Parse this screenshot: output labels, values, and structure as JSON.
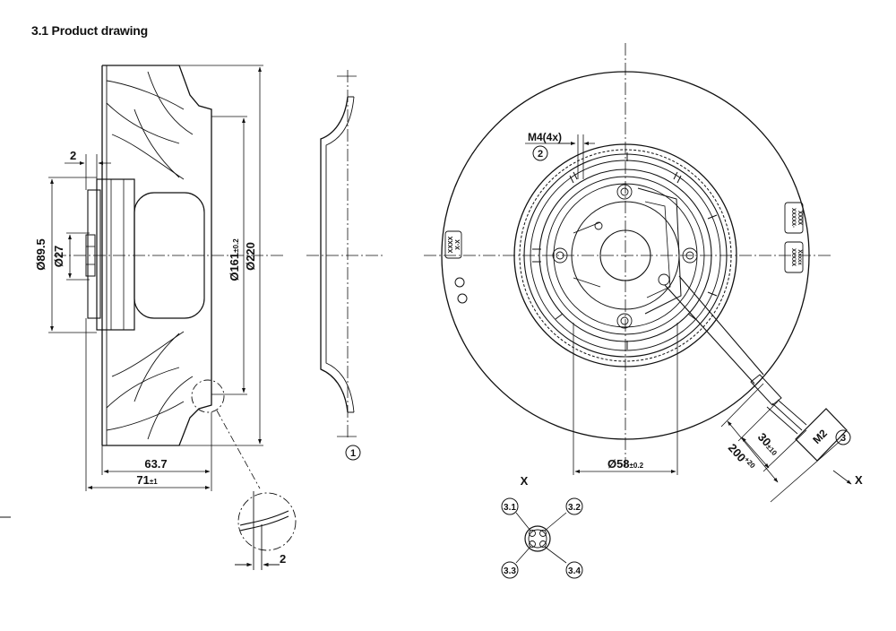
{
  "heading": "3.1 Product drawing",
  "dimensions": {
    "d_89_5": "Ø89.5",
    "d_27": "Ø27",
    "gap_2_top": "2",
    "d_161": "Ø161",
    "d_161_tol": "±0.2",
    "d_220": "Ø220",
    "len_63_7": "63.7",
    "len_71": "71",
    "len_71_tol": "±1",
    "detail_2": "2",
    "d_58": "Ø58",
    "d_58_tol": "±0.2",
    "cable_200": "200",
    "cable_200_tol": "+20",
    "cable_30": "30",
    "cable_30_tol": "±10"
  },
  "labels": {
    "thread": "M4(4x)",
    "callout_1": "1",
    "callout_2": "2",
    "callout_3": "3",
    "connector": "M2",
    "view_x": "X",
    "view_x_arrow": "X",
    "pin_31": "3.1",
    "pin_32": "3.2",
    "pin_33": "3.3",
    "pin_34": "3.4",
    "mark_xxx": "XXXX",
    "mark_xx": "X-X",
    "mark_right_1": "XXXXX-",
    "mark_right_2": "XXXX",
    "mark_right_3": "XXXXX",
    "mark_right_4": "Xxxxx"
  },
  "colors": {
    "line": "#111111",
    "background": "#ffffff"
  }
}
